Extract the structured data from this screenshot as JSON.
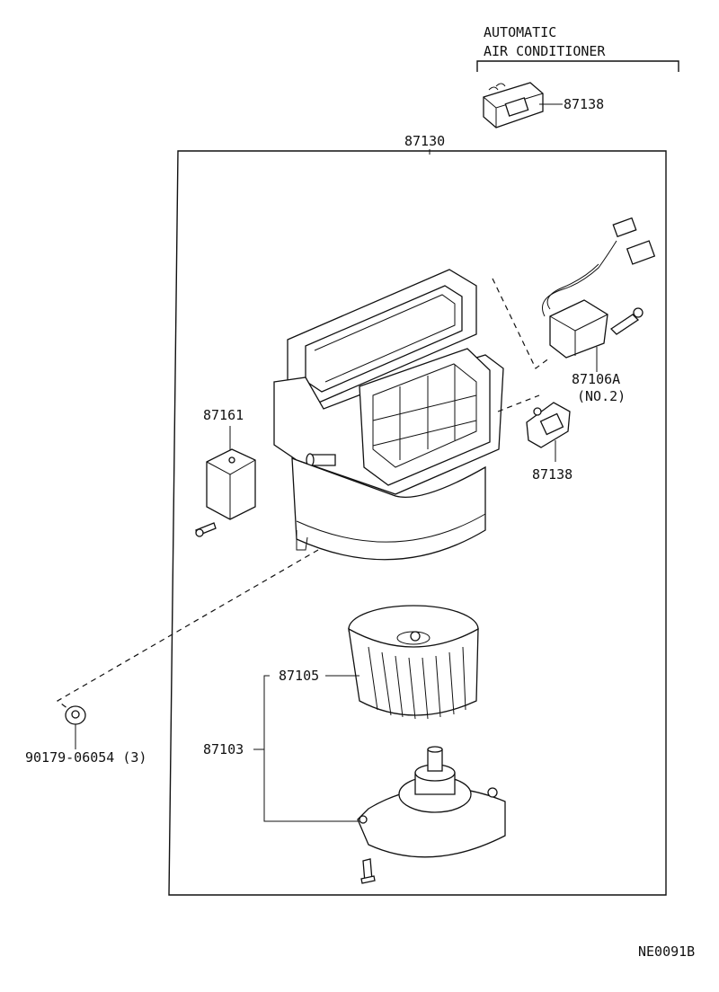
{
  "diagram": {
    "header_line1": "AUTOMATIC",
    "header_line2": "AIR CONDITIONER",
    "part_87138_top": "87138",
    "part_87130": "87130",
    "part_87106a": "87106A",
    "part_87106a_note": "(NO.2)",
    "part_87161": "87161",
    "part_87138_mid": "87138",
    "part_87105": "87105",
    "part_87103": "87103",
    "part_nut": "90179-06054 (3)",
    "figure_code": "NE0091B"
  }
}
